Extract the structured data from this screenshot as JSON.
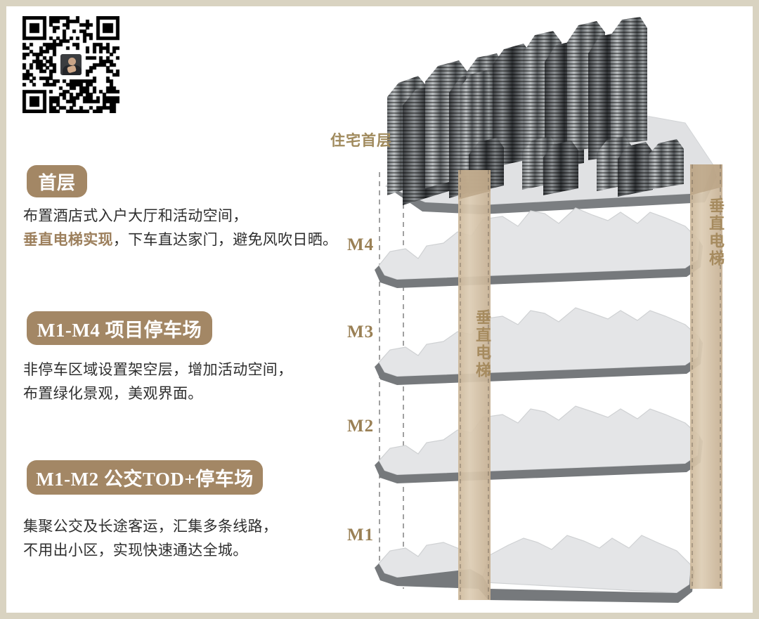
{
  "page": {
    "title": "住宅垂直交通与地下停车场剖面示意",
    "background": "#ffffff",
    "frame_color": "#d9d3c1",
    "accent_color": "#a38765",
    "label_color": "#9a8055",
    "shaft_color": "#d3bfa4",
    "slab_color": "#e3e4e6",
    "slab_edge_color": "#6f7173"
  },
  "qr": {
    "name": "qr-code",
    "avatar_name": "qr-avatar-portrait"
  },
  "sections": [
    {
      "badge": "首层",
      "lines": [
        {
          "plain": "布置酒店式入户大厅和活动空间，"
        },
        {
          "emphasis": "垂直电梯实现",
          "plain": "，下车直达家门，避免风吹日晒。"
        }
      ]
    },
    {
      "badge": "M1-M4 项目停车场",
      "lines": [
        {
          "plain": "非停车区域设置架空层，增加活动空间，"
        },
        {
          "plain": "布置绿化景观，美观界面。"
        }
      ]
    },
    {
      "badge": "M1-M2 公交TOD+停车场",
      "lines": [
        {
          "plain": "集聚公交及长途客运，汇集多条线路，"
        },
        {
          "plain": "不用出小区，实现快速通达全城。"
        }
      ]
    }
  ],
  "diagram": {
    "top_label": "住宅首层",
    "levels": [
      {
        "id": "m4",
        "label": "M4"
      },
      {
        "id": "m3",
        "label": "M3"
      },
      {
        "id": "m2",
        "label": "M2"
      },
      {
        "id": "m1",
        "label": "M1"
      }
    ],
    "elevator_middle_label": "垂直电梯",
    "elevator_right_label": "垂直电梯"
  }
}
